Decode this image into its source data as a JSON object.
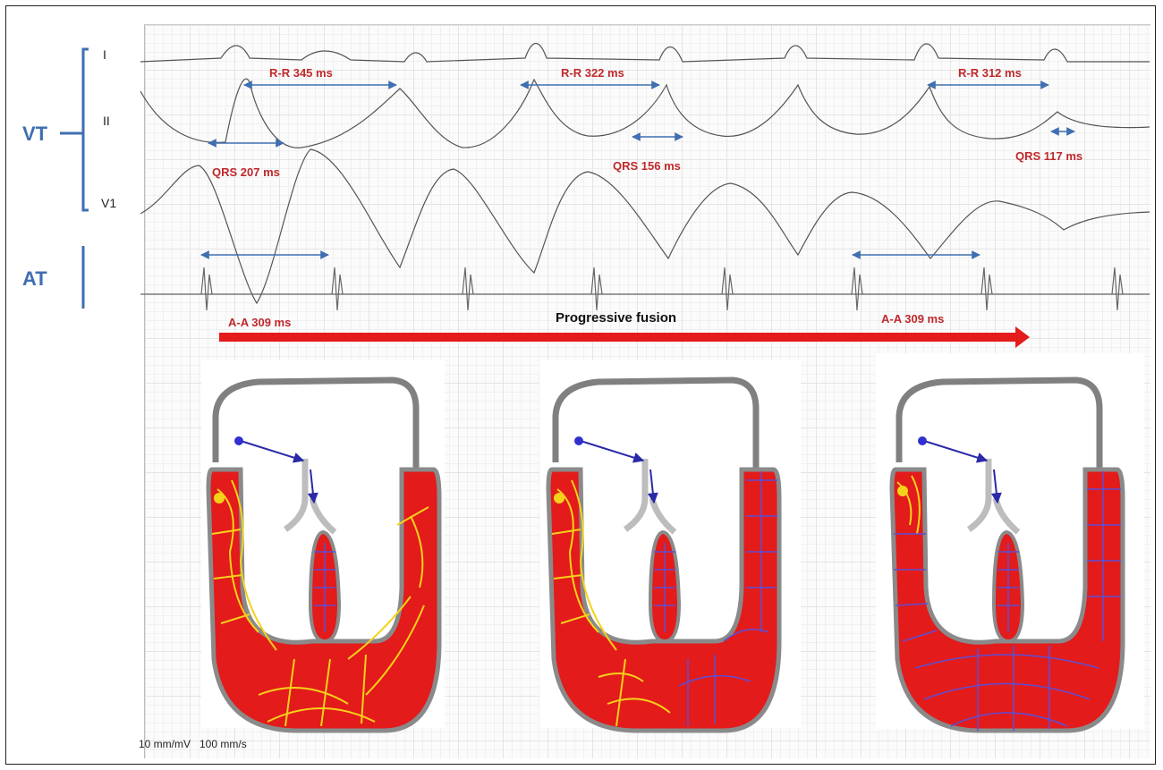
{
  "leads": {
    "i": "I",
    "ii": "II",
    "v1": "V1"
  },
  "groups": {
    "vt": "VT",
    "at": "AT"
  },
  "measurements": {
    "rr1": "R-R 345 ms",
    "rr2": "R-R 322 ms",
    "rr3": "R-R 312 ms",
    "qrs1": "QRS 207 ms",
    "qrs2": "QRS 156 ms",
    "qrs3": "QRS 117 ms",
    "aa1": "A-A 309 ms",
    "aa2": "A-A 309 ms"
  },
  "progress_label": "Progressive fusion",
  "scale_text": "10 mm/mV   100 mm/s",
  "colors": {
    "label_blue": "#3f6fb0",
    "measure_red": "#c0282b",
    "myocardium": "#e31b1b",
    "wall_gray": "#8a8a8a",
    "activation_yellow": "#f5d21a",
    "activation_blue": "#5b4fd6"
  }
}
